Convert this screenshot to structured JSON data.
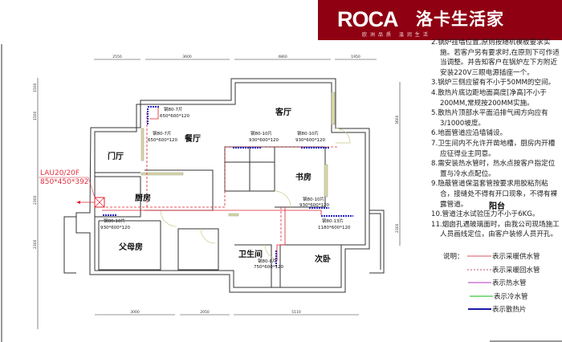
{
  "logo": {
    "brand": "ROCA",
    "cn": "洛卡生活家",
    "slogan": "欧洲品质 温润生活"
  },
  "rooms": {
    "living": "客厅",
    "dining": "餐厅",
    "foyer": "门厅",
    "kitchen": "厨房",
    "study": "书房",
    "parents": "父母房",
    "bathroom": "卫生间",
    "second_bedroom": "次卧"
  },
  "boiler": {
    "model": "LAU20/20F",
    "size": "850*450*392"
  },
  "radiators": [
    {
      "spec": "钢80-7片",
      "size": "650*600*120"
    },
    {
      "spec": "钢80-7片",
      "size": "650*600*120"
    },
    {
      "spec": "钢80-10片",
      "size": "930*600*120"
    },
    {
      "spec": "钢80-10片",
      "size": "930*600*120"
    },
    {
      "spec": "钢80-10片",
      "size": "930*600*120"
    },
    {
      "spec": "钢80-13片",
      "size": "1180*600*120"
    },
    {
      "spec": "钢80-10片",
      "size": "930*600*120"
    },
    {
      "spec": "钢80-8片",
      "size": "750*600*120"
    }
  ],
  "dimensions": {
    "top": [
      "2550",
      "3600",
      "4860",
      "1950"
    ],
    "bottom": [
      "3000",
      "2050",
      "5110"
    ],
    "left": [
      "1500",
      "1500",
      "2300",
      "2300"
    ],
    "right": [
      "3600",
      "2300"
    ]
  },
  "notes": [
    "2.锅炉挂墙位置,原则按随机模板要求实施。若客户另有要求时,在原则下可作适当调整。并告知客户在锅炉左下方附近安装220V三眼电源插座一个。",
    "3.锅炉三侧应留有不小于50MM的空间。",
    "4.散热片底边距地面高度[净高]不小于200MM,常规按200MM实施。",
    "5.散热片顶部水平面沿排气阀方向应有3/1000坡度。",
    "6.地面管道应沿墙铺设。",
    "7.卫生间内不允许开凿地槽，厨房内开槽应征得业主同意。",
    "8.需安装热水管时，热水点按客户指定位置与冷水点配位。",
    "9.隐蔽管道保温套管按要求用胶粘剂粘合，接缝处不得有开口现象，不得有裸露管道。",
    "10.管道注水试验压力不小于6KG。",
    "11.烟囱孔遇玻璃面时，由我公司现场施工人员画线定位，由客户装修人员开孔。"
  ],
  "balcony_label": "阳台",
  "legend": {
    "title": "说明：",
    "items": [
      {
        "label": "表示采暖供水管",
        "color": "#d9535f",
        "style": "solid"
      },
      {
        "label": "表示采暖回水管",
        "color": "#c0506a",
        "style": "dashed"
      },
      {
        "label": "表示热水管",
        "color": "#c77ad6",
        "style": "solid"
      },
      {
        "label": "表示冷水管",
        "color": "#5ed45e",
        "style": "solid"
      },
      {
        "label": "表示散热片",
        "color": "#1a1aa8",
        "style": "solid"
      }
    ]
  },
  "colors": {
    "banner": "#8f0012",
    "wall": "#333333",
    "pipe": "#e02030",
    "radiator": "#2424c0",
    "window": "#c9c98a"
  }
}
